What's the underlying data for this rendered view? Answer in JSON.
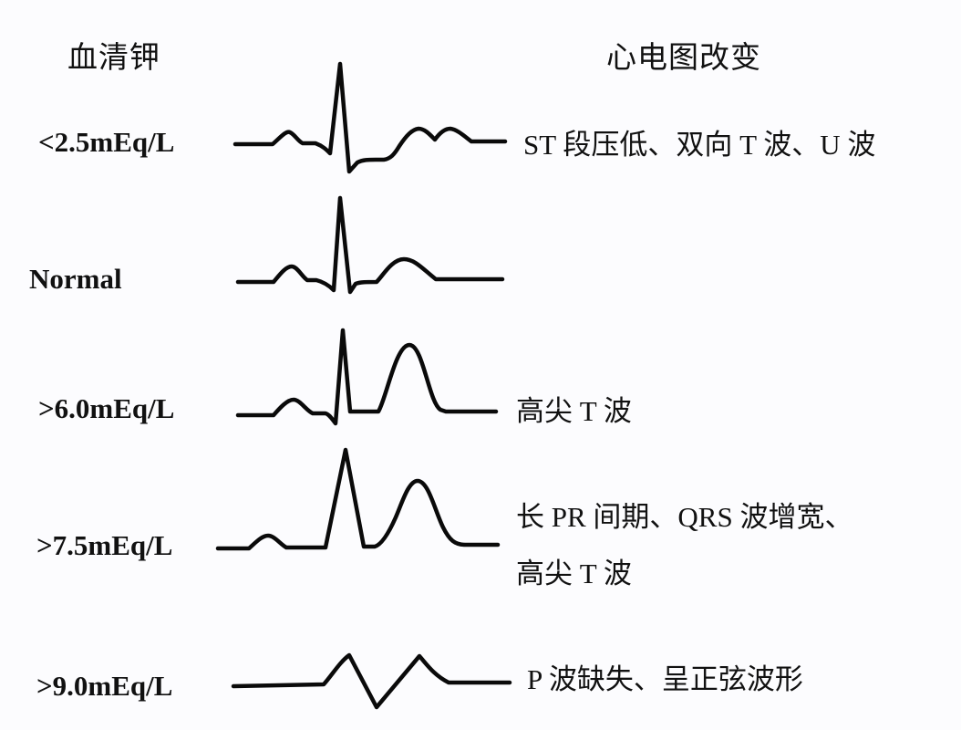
{
  "headers": {
    "potassium": "血清钾",
    "ecg_changes": "心电图改变"
  },
  "rows": [
    {
      "level": "<2.5mEq/L",
      "description": [
        "ST 段压低、双向 T 波、U 波"
      ],
      "waveform": "hypokalemia-st-depression-biphasic-t-u-wave"
    },
    {
      "level": "Normal",
      "description": [],
      "waveform": "normal-ecg"
    },
    {
      "level": ">6.0mEq/L",
      "description": [
        "高尖 T 波"
      ],
      "waveform": "peaked-t-wave"
    },
    {
      "level": ">7.5mEq/L",
      "description": [
        "长 PR 间期、QRS 波增宽、",
        "高尖 T 波"
      ],
      "waveform": "prolonged-pr-wide-qrs-peaked-t"
    },
    {
      "level": ">9.0mEq/L",
      "description": [
        "P 波缺失、呈正弦波形"
      ],
      "waveform": "sine-wave"
    }
  ],
  "colors": {
    "background": "#fcfcfe",
    "ink": "#0a0a0a"
  }
}
